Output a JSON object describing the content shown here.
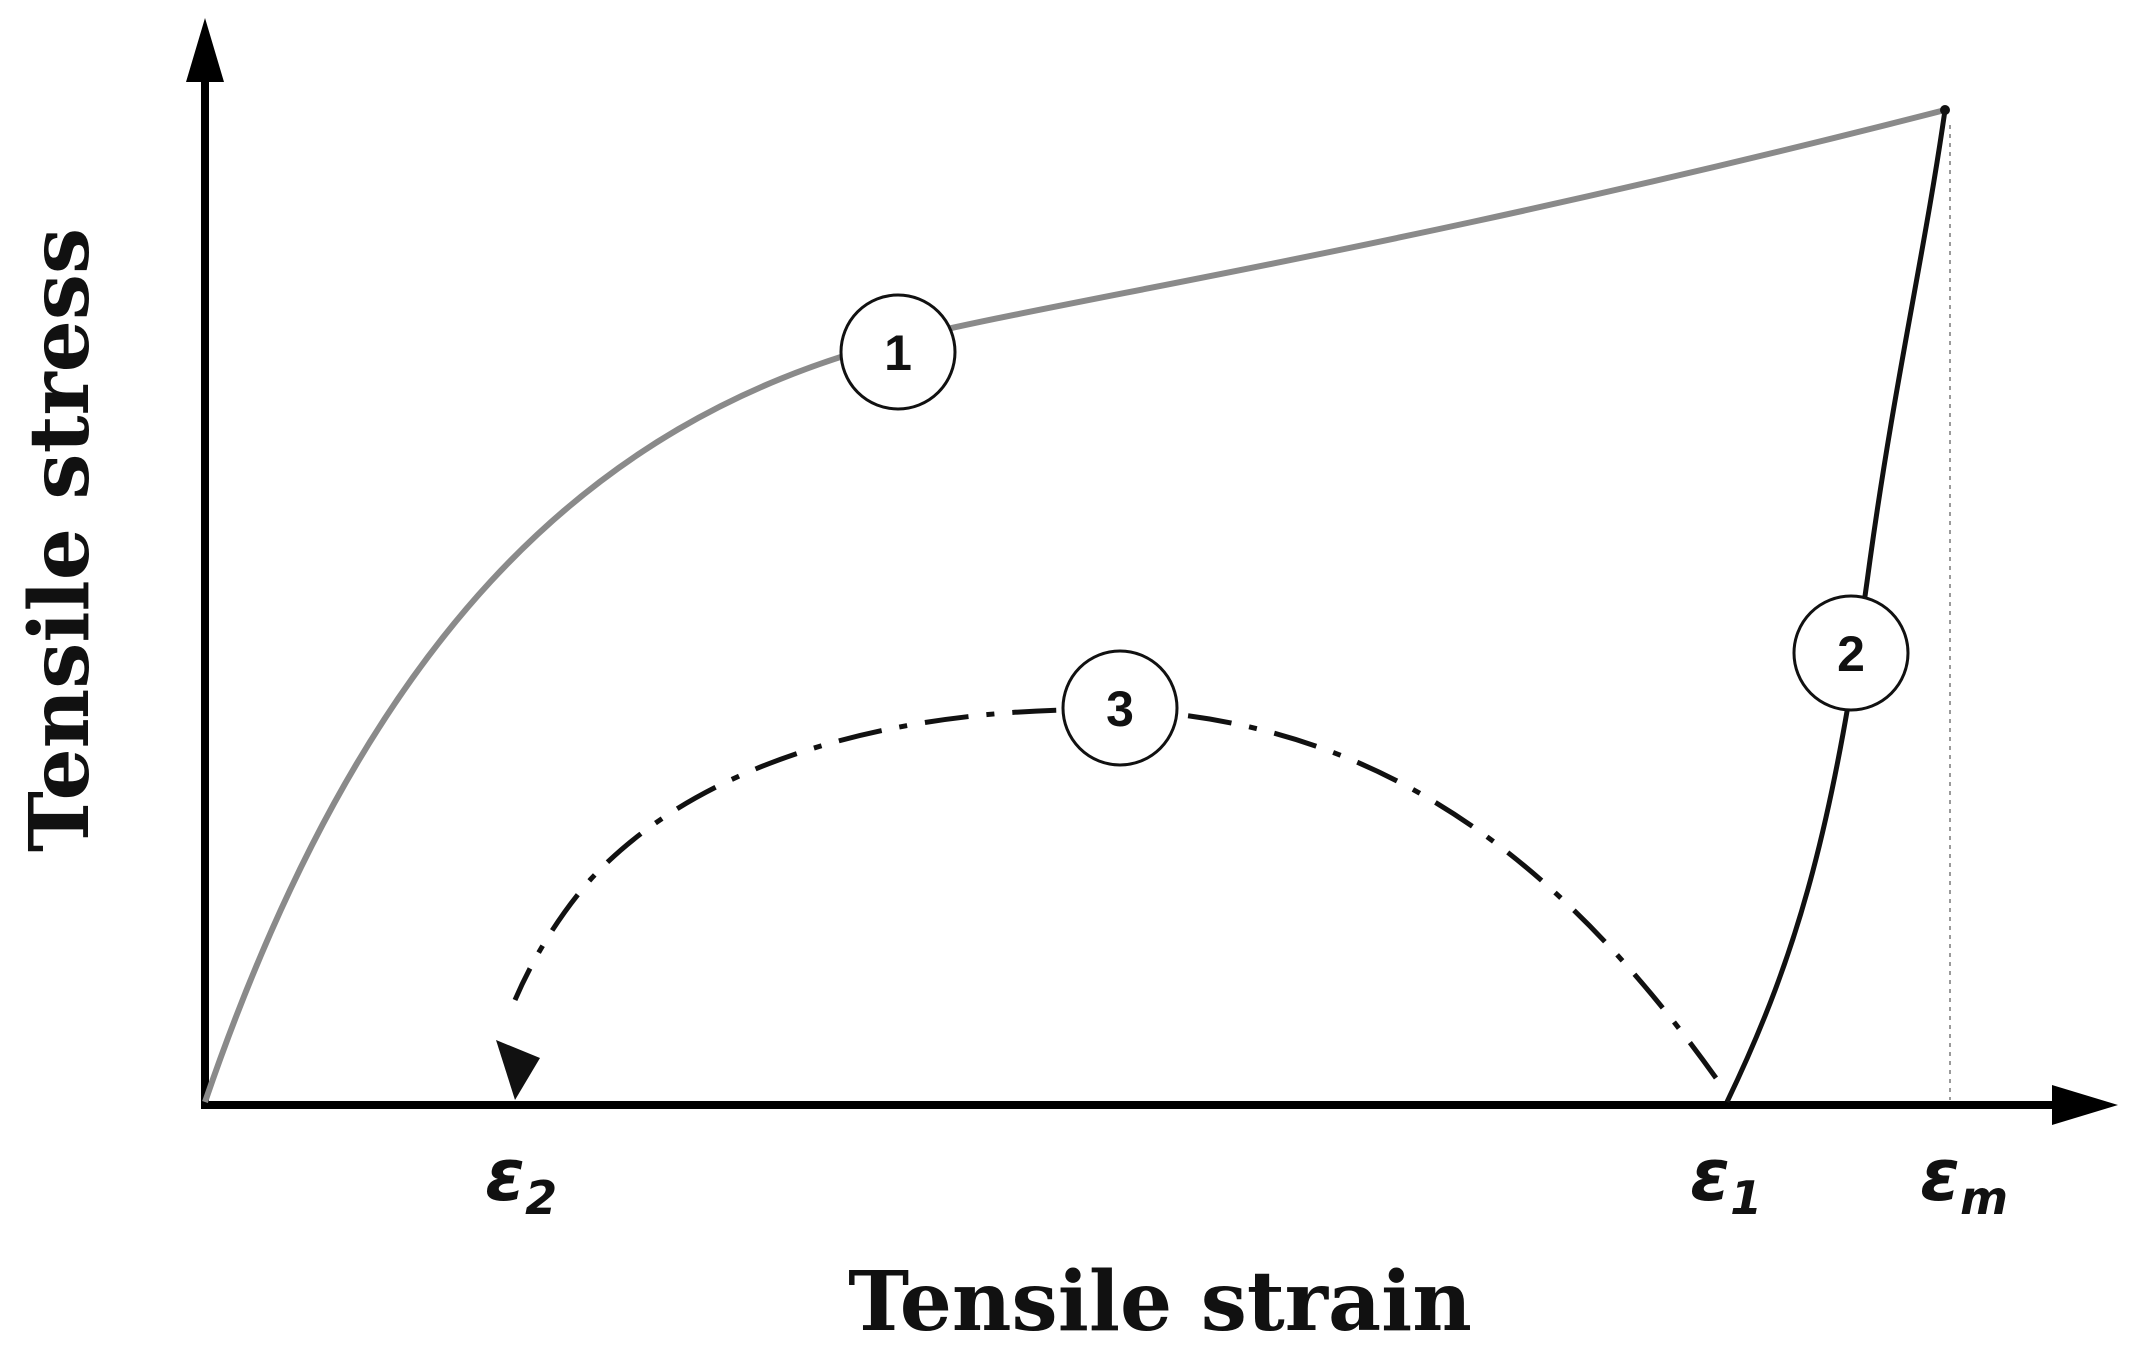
{
  "axes": {
    "xlabel": "Tensile strain",
    "ylabel": "Tensile stress"
  },
  "strain_marks": [
    {
      "id": "eps2",
      "symbol": "ε",
      "sub": "2"
    },
    {
      "id": "eps1",
      "symbol": "ε",
      "sub": "1"
    },
    {
      "id": "epsm",
      "symbol": "ε",
      "sub": "m"
    }
  ],
  "curves": [
    {
      "id": "loading",
      "badge": "1",
      "color": "#8a8a8a",
      "style": "solid"
    },
    {
      "id": "unloading",
      "badge": "2",
      "color": "#111111",
      "style": "solid"
    },
    {
      "id": "recovery",
      "badge": "3",
      "color": "#111111",
      "style": "dash-dot"
    }
  ],
  "colors": {
    "axis": "#000000",
    "guide": "#9a9a9a"
  }
}
